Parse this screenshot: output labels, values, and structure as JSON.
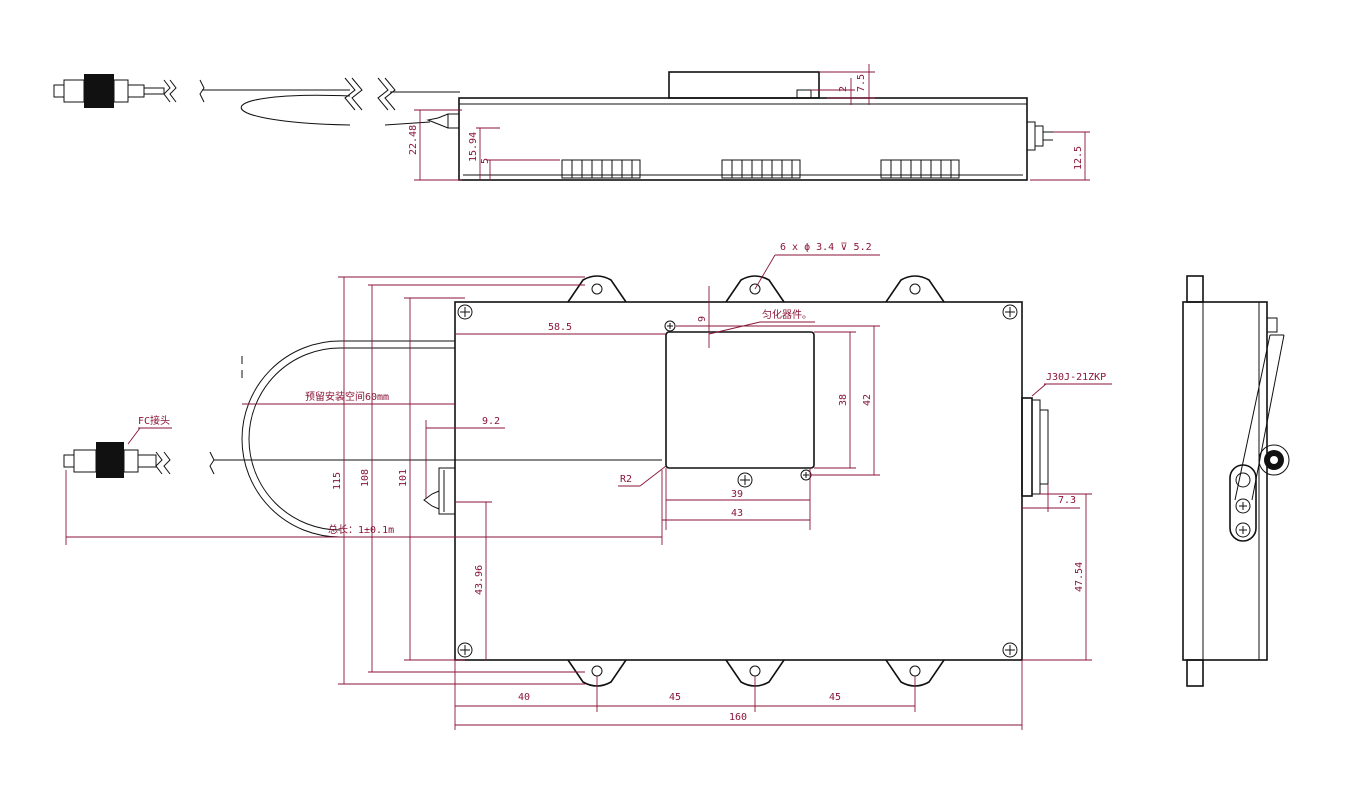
{
  "labels": {
    "hole_spec": "6 x ϕ 3.4 ⊽ 5.2",
    "homogenizer": "匀化器件。",
    "connector": "J30J-21ZKP",
    "reserved_space": "预留安装空间60mm",
    "fc_connector": "FC接头",
    "total_length": "总长：1±0.1m",
    "radius": "R2"
  },
  "dimensions": {
    "d_22_48": "22.48",
    "d_15_94": "15.94",
    "d_5": "5",
    "d_2": "2",
    "d_7_5": "7.5",
    "d_12_5": "12.5",
    "d_58_5": "58.5",
    "d_9": "9",
    "d_9_2": "9.2",
    "d_38": "38",
    "d_42": "42",
    "d_39": "39",
    "d_43": "43",
    "d_115": "115",
    "d_108": "108",
    "d_101": "101",
    "d_43_96": "43.96",
    "d_7_3": "7.3",
    "d_47_54": "47.54",
    "d_40": "40",
    "d_45a": "45",
    "d_45b": "45",
    "d_160": "160"
  },
  "colors": {
    "line": "#111111",
    "dimension": "#8a1538"
  }
}
